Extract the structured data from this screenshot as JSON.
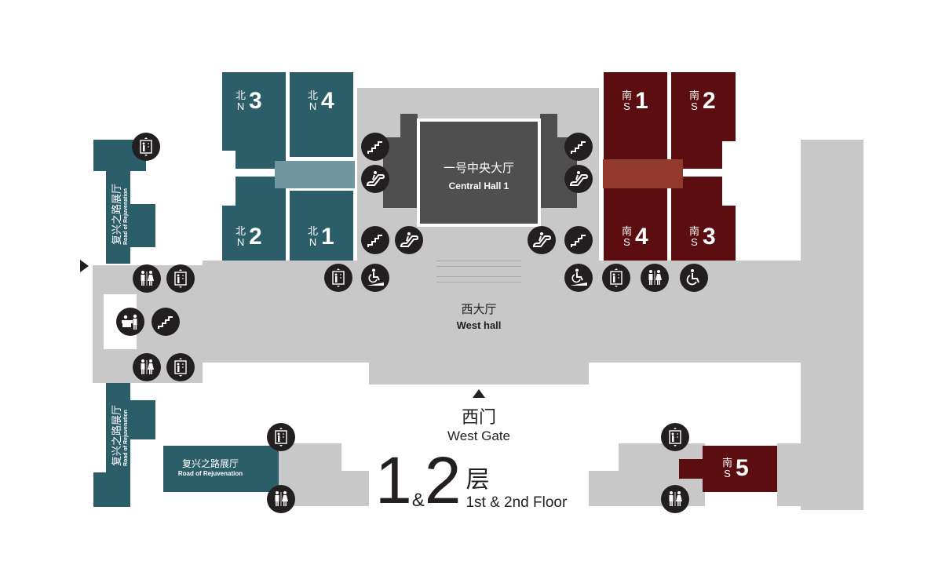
{
  "colors": {
    "north": "#2c5e6a",
    "south": "#5c0d0f",
    "public": "#c8c8c8",
    "central": "#4f4f4f"
  },
  "halls": {
    "n3": {
      "zh": "北",
      "en": "N",
      "num": "3"
    },
    "n4": {
      "zh": "北",
      "en": "N",
      "num": "4"
    },
    "n2": {
      "zh": "北",
      "en": "N",
      "num": "2"
    },
    "n1": {
      "zh": "北",
      "en": "N",
      "num": "1"
    },
    "s1": {
      "zh": "南",
      "en": "S",
      "num": "1"
    },
    "s2": {
      "zh": "南",
      "en": "S",
      "num": "2"
    },
    "s4": {
      "zh": "南",
      "en": "S",
      "num": "4"
    },
    "s3": {
      "zh": "南",
      "en": "S",
      "num": "3"
    },
    "s5": {
      "zh": "南",
      "en": "S",
      "num": "5"
    }
  },
  "central_hall": {
    "zh": "一号中央大厅",
    "en": "Central Hall 1"
  },
  "west_hall": {
    "zh": "西大厅",
    "en": "West hall"
  },
  "road_of_rejuvenation": {
    "zh": "复兴之路展厅",
    "en": "Road of Rejuvenation"
  },
  "west_gate": {
    "zh": "西门",
    "en": "West Gate"
  },
  "floor": {
    "n1": "1",
    "amp": "&",
    "n2": "2",
    "zh": "层",
    "en": "1st & 2nd Floor"
  },
  "icons": [
    "elevator-icon",
    "restroom-icon",
    "stairs-icon",
    "escalator-icon",
    "wheelchair-ramp-icon",
    "wheelchair-icon",
    "information-desk-icon"
  ]
}
